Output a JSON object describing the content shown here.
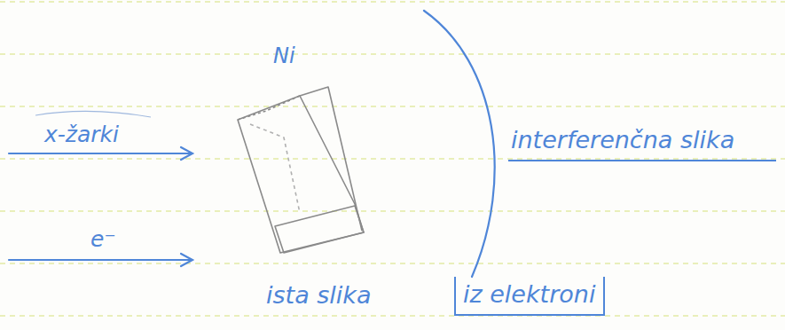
{
  "diagram": {
    "nodes": [
      {
        "text": [
          "iz elektroni"
        ]
      }
    ],
    "labels": [
      "Ni",
      "x-žarki",
      "e⁻",
      "interferenčna slika",
      "ista slika"
    ]
  }
}
